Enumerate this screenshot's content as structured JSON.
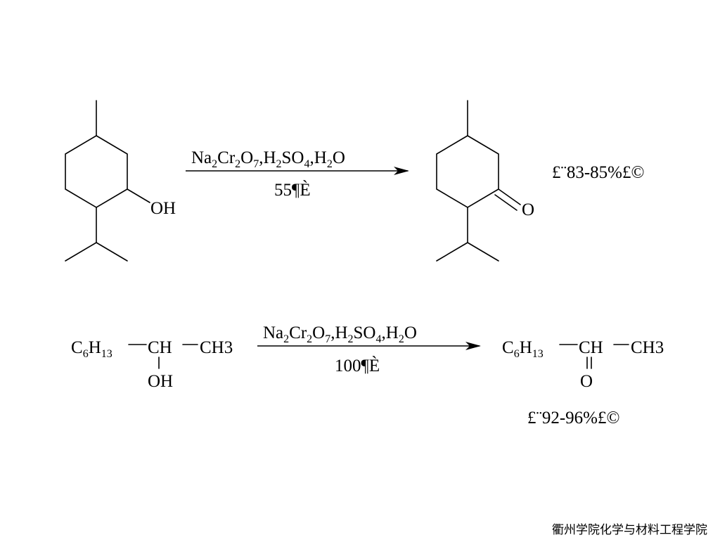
{
  "reaction1": {
    "reactant_oh": "OH",
    "reagent_parts": [
      "Na",
      "2",
      "Cr",
      "2",
      "O",
      "7",
      ",H",
      "2",
      "SO",
      "4",
      ",H",
      "2",
      "O"
    ],
    "condition": "55¶È",
    "product_o": "O",
    "yield": "£¨83-85%£©"
  },
  "reaction2": {
    "reactant": {
      "c": "C",
      "c_sub": "6",
      "h": "H",
      "h_sub": "13",
      "ch": "CH",
      "ch3": "CH3",
      "oh": "OH"
    },
    "reagent_parts": [
      "Na",
      "2",
      "Cr",
      "2",
      "O",
      "7",
      ",H",
      "2",
      "SO",
      "4",
      ",H",
      "2",
      "O"
    ],
    "condition": "100¶È",
    "product": {
      "c": "C",
      "c_sub": "6",
      "h": "H",
      "h_sub": "13",
      "ch": "CH",
      "ch3": "CH3",
      "o": "O"
    },
    "yield": "£¨92-96%£©"
  },
  "footer": "衢州学院化学与材料工程学院"
}
